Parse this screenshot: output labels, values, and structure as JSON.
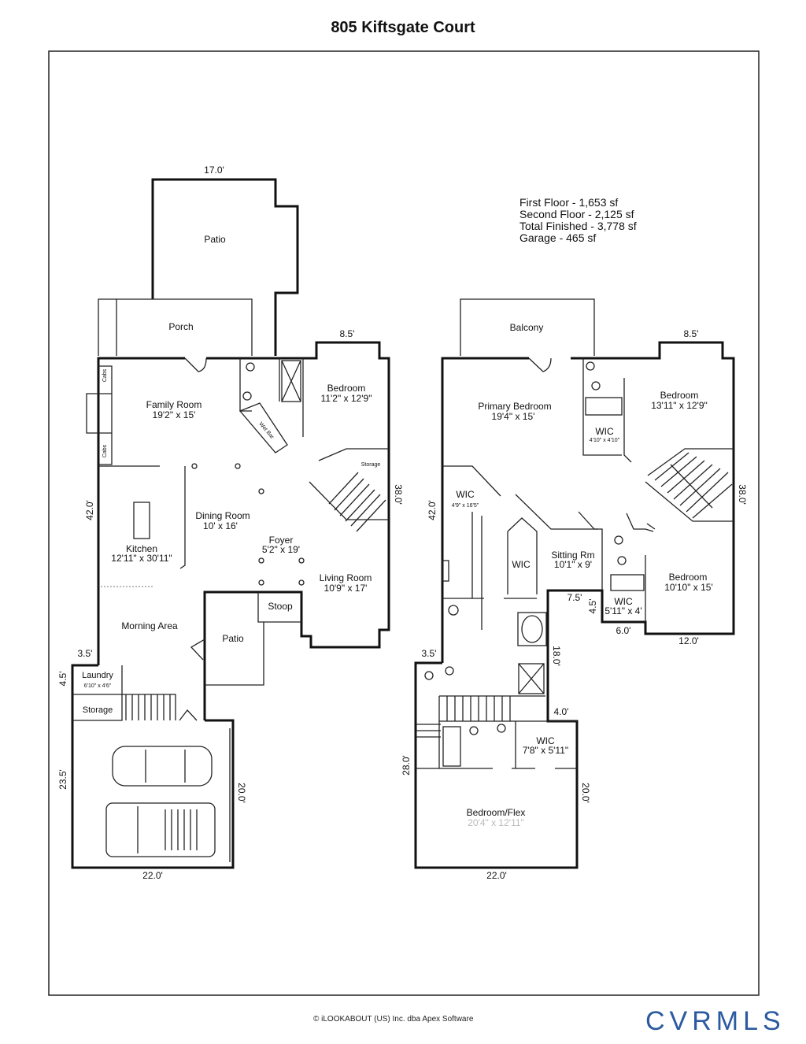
{
  "title": "805 Kiftsgate Court",
  "summary": [
    "First Floor - 1,653 sf",
    "Second Floor - 2,125 sf",
    "Total Finished - 3,778 sf",
    "Garage - 465 sf"
  ],
  "first_floor": {
    "rooms": {
      "patio_rear": "Patio",
      "porch": "Porch",
      "family_room": "Family Room",
      "family_room_size": "19'2\" x 15'",
      "cabs": "Cabs",
      "wet_bar": "Wet Bar",
      "bedroom": "Bedroom",
      "bedroom_size": "11'2\" x 12'9\"",
      "storage_stair": "Storage",
      "dining_room": "Dining Room",
      "dining_room_size": "10' x 16'",
      "kitchen": "Kitchen",
      "kitchen_size": "12'11\" x 30'11\"",
      "foyer": "Foyer",
      "foyer_size": "5'2\" x 19'",
      "living_room": "Living Room",
      "living_room_size": "10'9\" x 17'",
      "stoop": "Stoop",
      "morning_area": "Morning Area",
      "patio_side": "Patio",
      "laundry": "Laundry",
      "laundry_size": "6'10\" x 4'6\"",
      "storage": "Storage"
    },
    "dims": {
      "top": "17.0'",
      "bedroom_top": "8.5'",
      "left": "42.0'",
      "right": "38.0'",
      "step": "3.5'",
      "laundry": "4.5'",
      "garage_left": "23.5'",
      "garage_right": "20.0'",
      "bottom": "22.0'"
    }
  },
  "second_floor": {
    "rooms": {
      "balcony": "Balcony",
      "primary_bedroom": "Primary Bedroom",
      "primary_bedroom_size": "19'4\" x 15'",
      "bedroom1": "Bedroom",
      "bedroom1_size": "13'11\" x 12'9\"",
      "wic1": "WIC",
      "wic1_size": "4'10\" x 4'10\"",
      "wic2": "WIC",
      "wic2_size": "4'9\" x 16'5\"",
      "wic3": "WIC",
      "sitting": "Sitting Rm",
      "sitting_size": "10'1\" x 9'",
      "bedroom2": "Bedroom",
      "bedroom2_size": "10'10\" x 15'",
      "wic4": "WIC",
      "wic4_size": "5'11\" x 4'",
      "wic5": "WIC",
      "wic5_size": "7'8\" x 5'11\"",
      "flex": "Bedroom/Flex",
      "flex_size": "20'4\" x 12'11\""
    },
    "dims": {
      "bedroom_top": "8.5'",
      "left": "42.0'",
      "right": "38.0'",
      "d75": "7.5'",
      "d45": "4.5'",
      "d60": "6.0'",
      "d120": "12.0'",
      "d35": "3.5'",
      "d180": "18.0'",
      "d40": "4.0'",
      "d280": "28.0'",
      "d200": "20.0'",
      "bottom": "22.0'"
    }
  },
  "footer": {
    "credit": "© iLOOKABOUT (US) Inc. dba Apex Software",
    "logo": "CVRMLS"
  },
  "colors": {
    "logo": "#2b5aa0",
    "wall": "#111111"
  }
}
